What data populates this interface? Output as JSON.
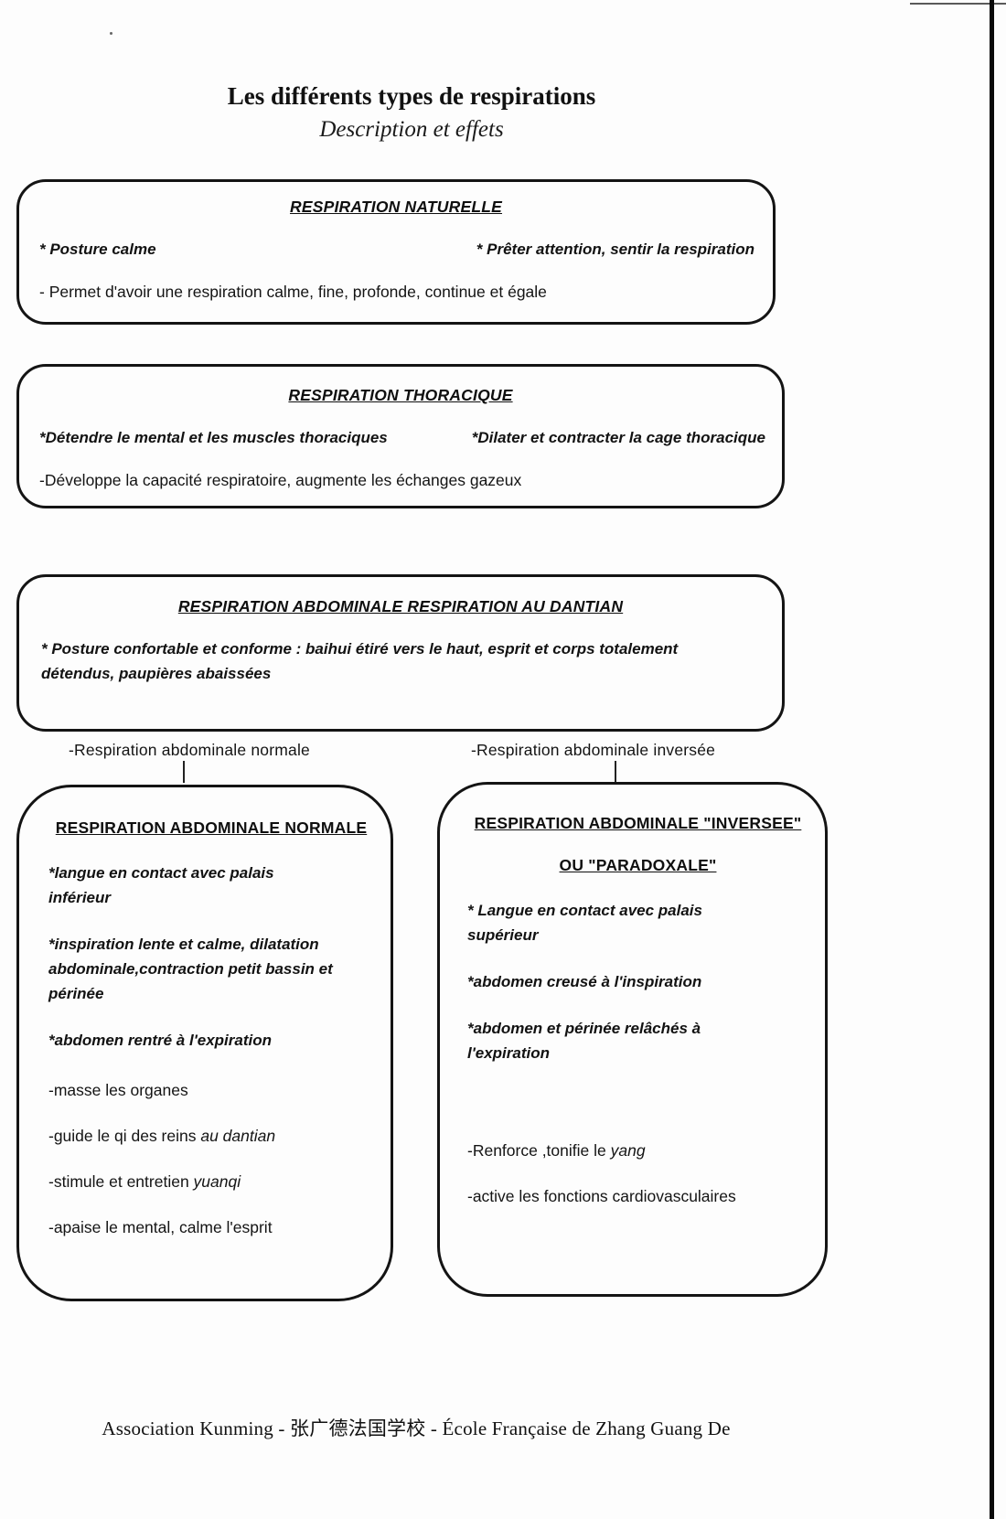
{
  "page": {
    "title": "Les différents types de respirations",
    "subtitle": "Description et effets",
    "footer": "Association Kunming - 张广德法国学校 - École Française de Zhang Guang De"
  },
  "box_naturelle": {
    "header": "RESPIRATION NATURELLE",
    "point_left": "* Posture calme",
    "point_right": "* Prêter attention, sentir la respiration",
    "effect": "- Permet d'avoir une respiration calme, fine, profonde, continue et égale"
  },
  "box_thoracique": {
    "header": "RESPIRATION THORACIQUE",
    "point_left": "*Détendre le mental et les muscles thoraciques",
    "point_right": "*Dilater et contracter la cage thoracique",
    "effect": "-Développe la capacité respiratoire, augmente les échanges gazeux"
  },
  "box_dantian": {
    "header": "RESPIRATION ABDOMINALE RESPIRATION AU DANTIAN",
    "posture": "* Posture confortable et conforme : baihui étiré vers le haut, esprit et corps totalement détendus, paupières abaissées"
  },
  "branches": {
    "left_label": "-Respiration abdominale normale",
    "right_label": "-Respiration abdominale inversée"
  },
  "box_normale": {
    "header": "RESPIRATION ABDOMINALE NORMALE",
    "item1": "*langue en contact avec palais inférieur",
    "item2": "*inspiration lente et calme, dilatation abdominale,contraction petit bassin et périnée",
    "item3": "*abdomen rentré à l'expiration",
    "effect1": "-masse les organes",
    "effect2_text": "-guide le qi des reins ",
    "effect2_italic": "au dantian",
    "effect3_text": "-stimule et entretien ",
    "effect3_italic": "yuanqi",
    "effect4": "-apaise le mental, calme l'esprit"
  },
  "box_inversee": {
    "header_line1": "RESPIRATION ABDOMINALE \"INVERSEE\"",
    "header_line2": "OU \"PARADOXALE\"",
    "item1": "* Langue en contact avec palais supérieur",
    "item2": "*abdomen creusé à l'inspiration",
    "item3": "*abdomen et périnée relâchés à l'expiration",
    "effect1_text": "-Renforce ,tonifie le ",
    "effect1_italic": "yang",
    "effect2": "-active les fonctions cardiovasculaires"
  }
}
